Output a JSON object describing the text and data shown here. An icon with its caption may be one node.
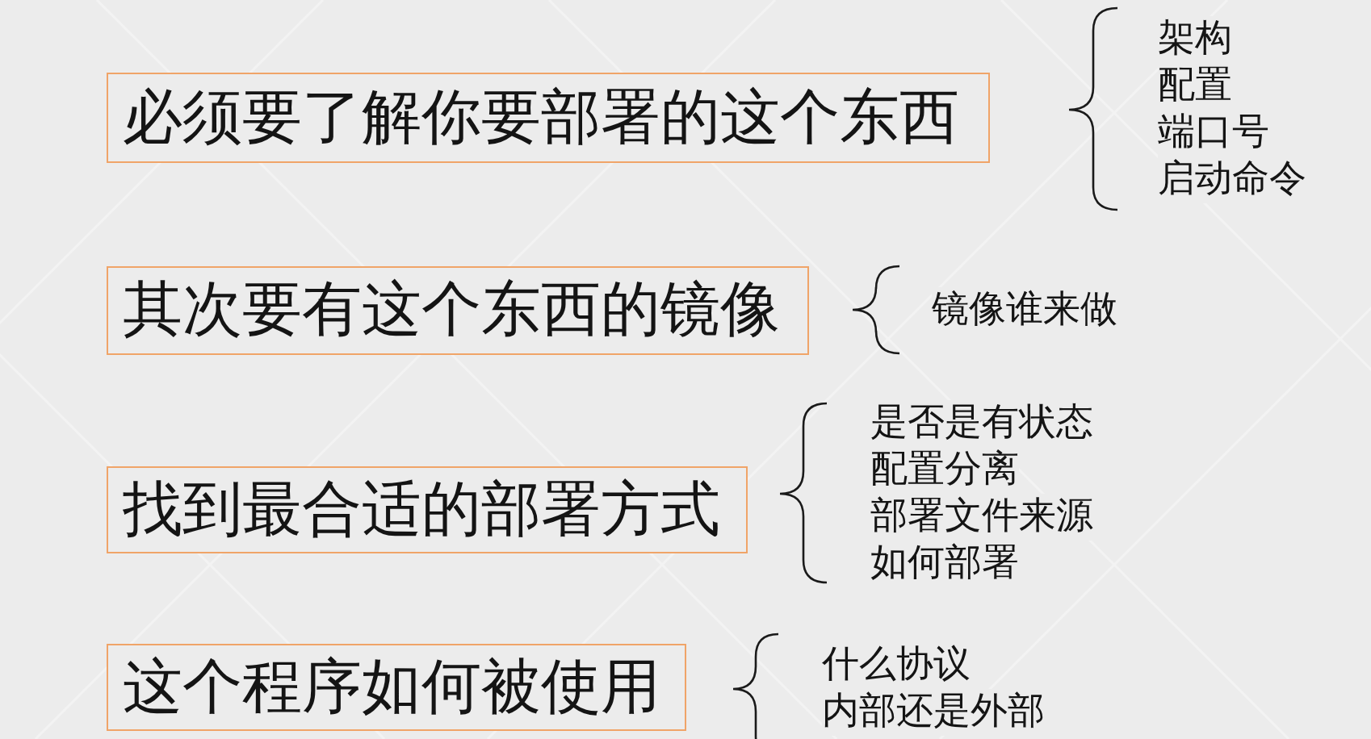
{
  "diagram": {
    "nodes": [
      {
        "text": [
          "必须要了解你要部署的这个东西"
        ],
        "beside": [
          "架构",
          "配置",
          "端口号",
          "启动命令"
        ]
      },
      {
        "text": [
          "其次要有这个东西的镜像"
        ],
        "beside": [
          "镜像谁来做"
        ]
      },
      {
        "text": [
          "找到最合适的部署方式"
        ],
        "beside": [
          "是否是有状态",
          "配置分离",
          "部署文件来源",
          "如何部署"
        ]
      },
      {
        "text": [
          "这个程序如何被使用"
        ],
        "beside": [
          "什么协议",
          "内部还是外部"
        ]
      }
    ]
  }
}
